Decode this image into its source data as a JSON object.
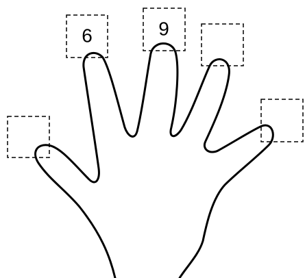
{
  "colors": {
    "stroke": "#000000",
    "background": "#ffffff"
  },
  "diagram": {
    "subject": "hand-outline",
    "boxes": [
      {
        "finger": "thumb",
        "label": ""
      },
      {
        "finger": "index",
        "label": "6"
      },
      {
        "finger": "middle",
        "label": "9"
      },
      {
        "finger": "ring",
        "label": ""
      },
      {
        "finger": "little",
        "label": ""
      }
    ]
  }
}
